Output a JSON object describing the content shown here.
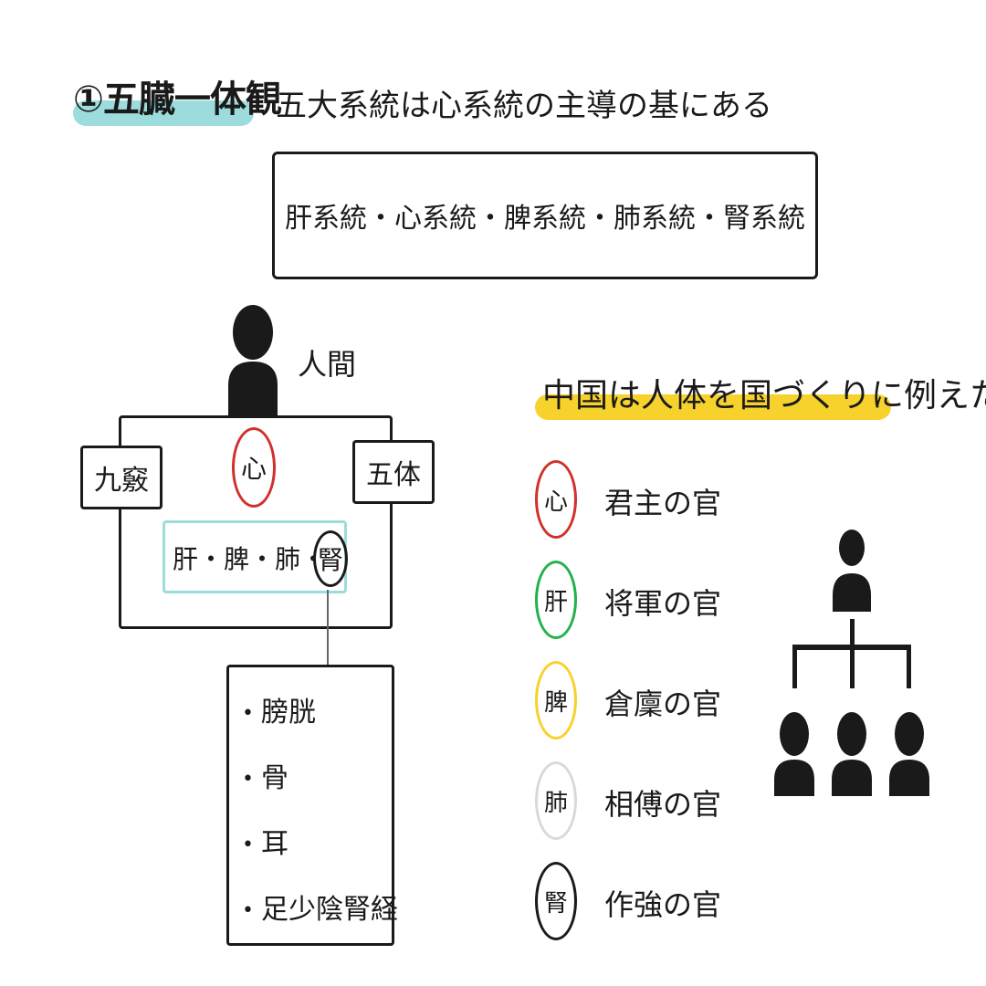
{
  "title": {
    "main": "①五臓一体観",
    "subtitle": "五大系統は心系統の主導の基にある"
  },
  "systems_box": {
    "text": "肝系統・心系統・脾系統・肺系統・腎系統"
  },
  "human": {
    "label": "人間"
  },
  "body": {
    "left_box": "九竅",
    "right_box": "五体",
    "heart": "心",
    "organs_prefix": "肝・脾・肺・",
    "kidney": "腎"
  },
  "kidney_items": [
    "膀胱",
    "骨",
    "耳",
    "足少陰腎経"
  ],
  "china": {
    "heading": "中国は人体を国づくりに例えた",
    "roles": [
      {
        "organ": "心",
        "role": "君主の官",
        "color": "#d0312d"
      },
      {
        "organ": "肝",
        "role": "将軍の官",
        "color": "#22b14c"
      },
      {
        "organ": "脾",
        "role": "倉廩の官",
        "color": "#f7d22c"
      },
      {
        "organ": "肺",
        "role": "相傅の官",
        "color": "#d9d9d9"
      },
      {
        "organ": "腎",
        "role": "作強の官",
        "color": "#1a1a1a"
      }
    ]
  },
  "colors": {
    "teal_highlight": "#9ddcdc",
    "yellow_highlight": "#f7d22c",
    "heart_red": "#d0312d"
  }
}
